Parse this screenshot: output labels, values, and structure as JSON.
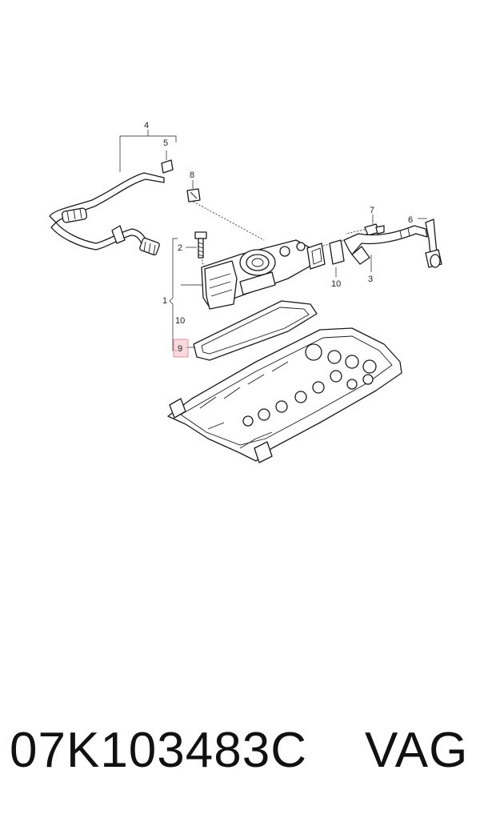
{
  "diagram": {
    "callouts": {
      "c1": "1",
      "c2": "2",
      "c3": "3",
      "c4": "4",
      "c5": "5",
      "c6": "6",
      "c7": "7",
      "c8": "8",
      "c9": "9",
      "c10a": "10",
      "c10b": "10"
    },
    "highlight_color": "#f6c9cf"
  },
  "footer": {
    "part_number": "07K103483C",
    "brand": "VAG"
  }
}
